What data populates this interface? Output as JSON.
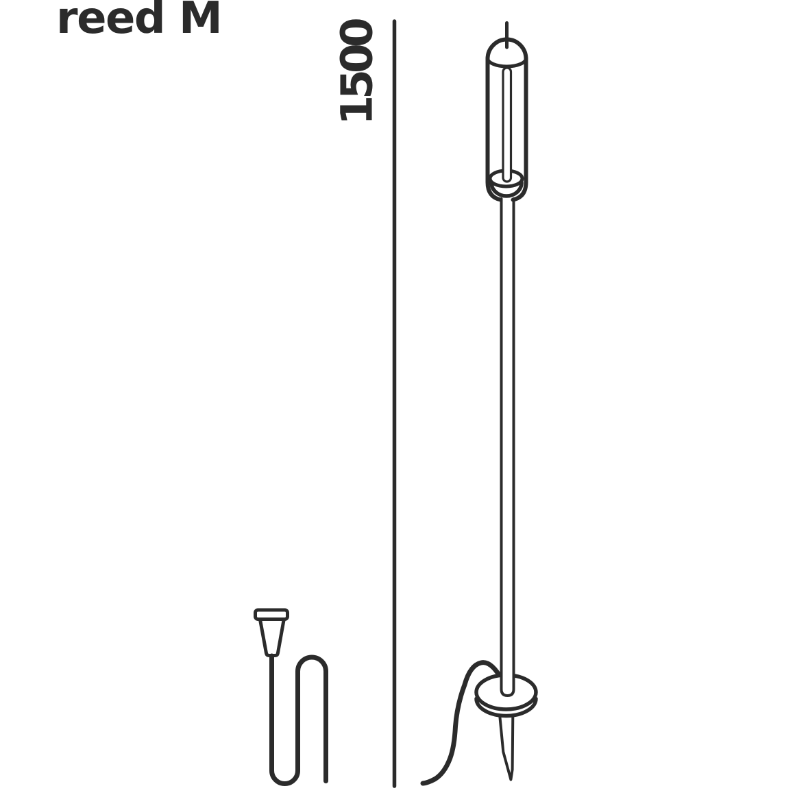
{
  "meta": {
    "background_color": "#ffffff",
    "line_color": "#2b2b2b"
  },
  "header": {
    "title": "reed M"
  },
  "dimension": {
    "value": "1500"
  },
  "drawing": {
    "lamp": {
      "parts": [
        "top-tip",
        "glass-tube",
        "tube-dome",
        "led-rod",
        "base-disc",
        "base-bowl",
        "stem",
        "ground-plate",
        "ground-spike",
        "cable"
      ]
    },
    "plug": {
      "parts": [
        "connector-cap",
        "connector-body",
        "cable"
      ]
    }
  }
}
